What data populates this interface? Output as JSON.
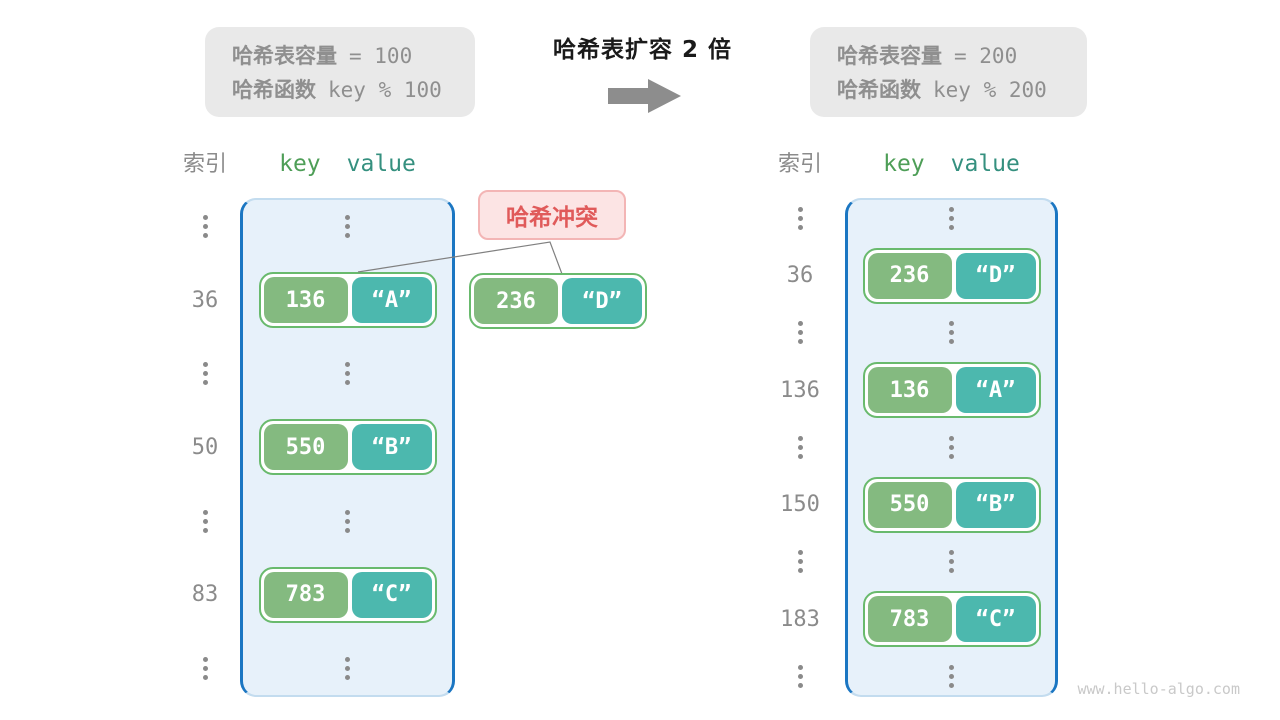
{
  "title": {
    "text": "哈希表扩容 2 倍",
    "arrow_icon": "right-arrow"
  },
  "watermark": "www.hello-algo.com",
  "colors": {
    "key_fill": "#84ba80",
    "value_fill": "#4cb8ae",
    "pair_border": "#69ba6d",
    "container_fill": "#e7f1fa",
    "container_border": "#1b76c2",
    "index_text": "#8b8b8b",
    "key_header": "#4e9e57",
    "value_header": "#35907f",
    "collision_text": "#e05a5a",
    "collision_fill": "#fce4e4",
    "info_fill": "#e9e9e9",
    "info_text": "#8f8f8f",
    "arrow": "#8d8d8d"
  },
  "left_table": {
    "info": {
      "line1_label": "哈希表容量",
      "line1_value": "=  100",
      "line2_label": "哈希函数",
      "line2_value": "key % 100"
    },
    "headers": {
      "index": "索引",
      "key": "key",
      "value": "value"
    },
    "rows": [
      {
        "type": "dots"
      },
      {
        "type": "entry",
        "index": "36",
        "key": "136",
        "value": "“A”"
      },
      {
        "type": "dots"
      },
      {
        "type": "entry",
        "index": "50",
        "key": "550",
        "value": "“B”"
      },
      {
        "type": "dots"
      },
      {
        "type": "entry",
        "index": "83",
        "key": "783",
        "value": "“C”"
      },
      {
        "type": "dots"
      }
    ]
  },
  "right_table": {
    "info": {
      "line1_label": "哈希表容量",
      "line1_value": "=  200",
      "line2_label": "哈希函数",
      "line2_value": "key % 200"
    },
    "headers": {
      "index": "索引",
      "key": "key",
      "value": "value"
    },
    "rows": [
      {
        "type": "dots"
      },
      {
        "type": "entry",
        "index": "36",
        "key": "236",
        "value": "“D”"
      },
      {
        "type": "dots"
      },
      {
        "type": "entry",
        "index": "136",
        "key": "136",
        "value": "“A”"
      },
      {
        "type": "dots"
      },
      {
        "type": "entry",
        "index": "150",
        "key": "550",
        "value": "“B”"
      },
      {
        "type": "dots"
      },
      {
        "type": "entry",
        "index": "183",
        "key": "783",
        "value": "“C”"
      },
      {
        "type": "dots"
      }
    ]
  },
  "collision": {
    "label": "哈希冲突",
    "pair": {
      "key": "236",
      "value": "“D”"
    }
  }
}
